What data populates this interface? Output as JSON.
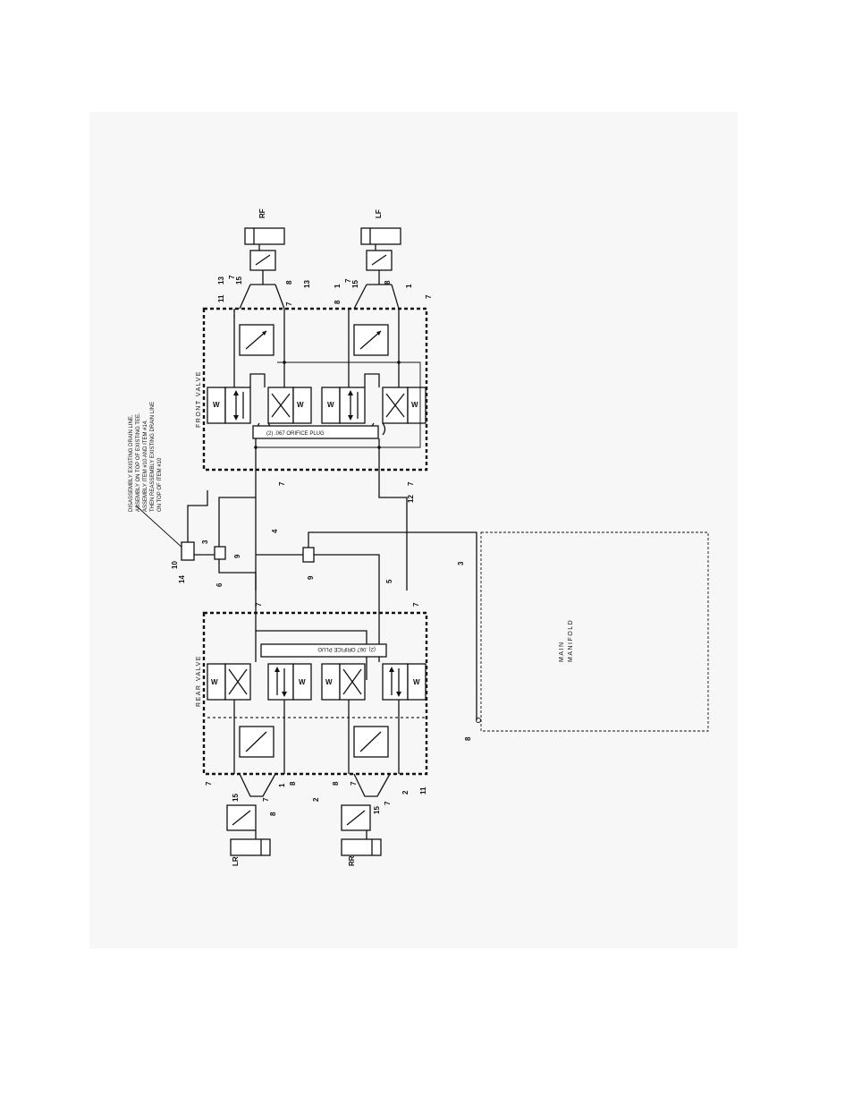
{
  "note": {
    "lines": [
      "DISASSEMBLY EXISTING DRAIN LINE.",
      "ASSEMBLY ON TOP OF EXISTING TEE.",
      "ASSEMBLY ITEM #10 AND ITEM #14.",
      "THEN REASSEMBLY EXISTING DRAIN LINE",
      "ON TOP OF ITEM #10"
    ]
  },
  "labels": {
    "front_valve": "FRONT VALVE",
    "rear_valve": "REAR VALVE",
    "front_orifice": "(2) .067 ORIFICE PLUG",
    "rear_orifice": "(2) .067 ORIFICE PLUG",
    "manifold_line1": "MAIN",
    "manifold_line2": "MANIFOLD",
    "rf": "RF",
    "lf": "LF",
    "lr": "LR",
    "rr": "RR",
    "spring": "W"
  },
  "callouts": {
    "front": [
      "13",
      "11",
      "7",
      "15",
      "8",
      "7",
      "13",
      "1",
      "7",
      "15",
      "8",
      "8",
      "1",
      "7"
    ],
    "front_bottom": [
      "7",
      "7",
      "12"
    ],
    "center": [
      "3",
      "10",
      "14",
      "9",
      "6",
      "4",
      "9",
      "5",
      "3",
      "8"
    ],
    "rear_top": [
      "7",
      "7"
    ],
    "rear_bottom": [
      "7",
      "8",
      "15",
      "7",
      "8",
      "1",
      "2",
      "8",
      "15",
      "7",
      "2",
      "11",
      "7"
    ]
  }
}
